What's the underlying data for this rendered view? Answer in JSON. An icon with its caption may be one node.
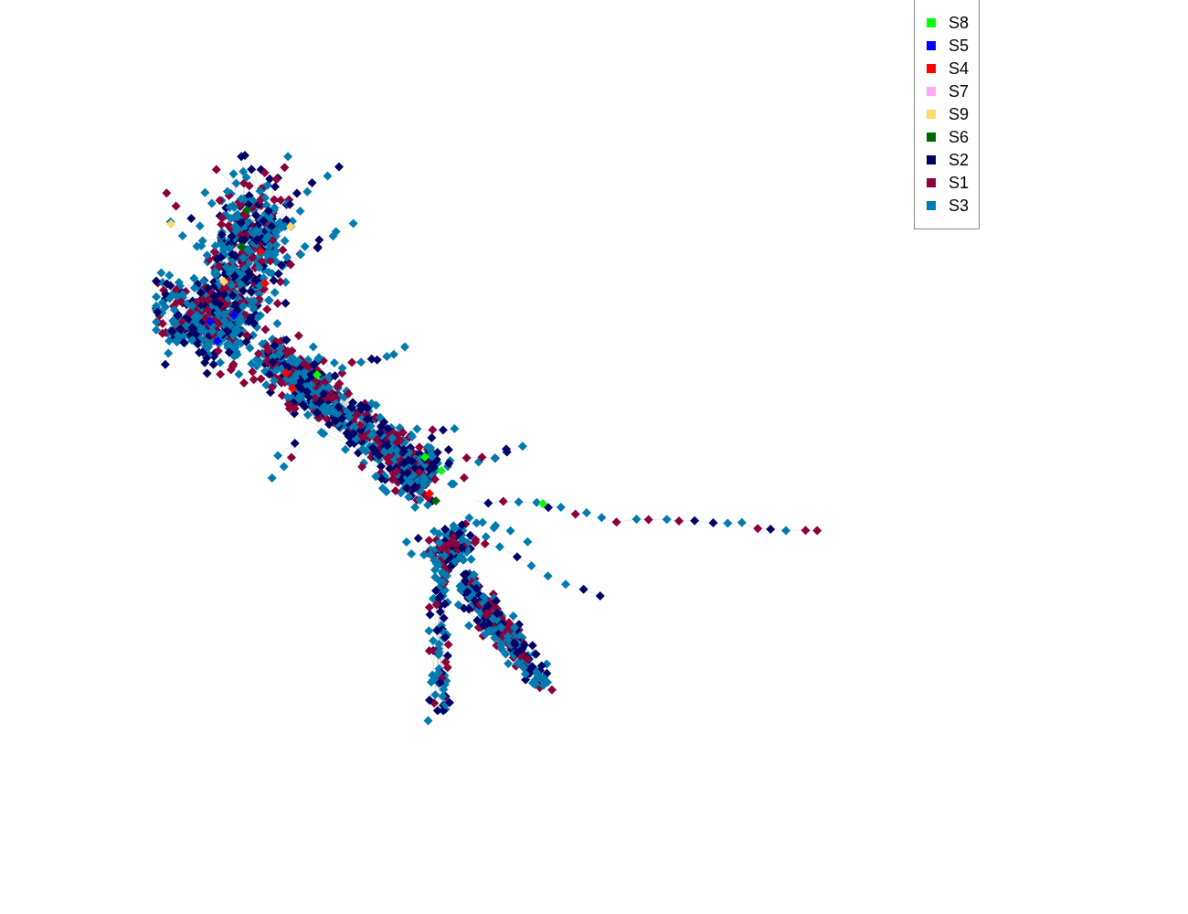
{
  "diagram": {
    "legend": [
      {
        "text": "S8",
        "color": "#00ff00"
      },
      {
        "text": "S5",
        "color": "#0000ff"
      },
      {
        "text": "S4",
        "color": "#ff0000"
      },
      {
        "text": "S7",
        "color": "#ffa8f8"
      },
      {
        "text": "S9",
        "color": "#ffd86a"
      },
      {
        "text": "S6",
        "color": "#006600"
      },
      {
        "text": "S2",
        "color": "#000066"
      },
      {
        "text": "S1",
        "color": "#8c003c"
      },
      {
        "text": "S3",
        "color": "#007bb0"
      }
    ]
  }
}
